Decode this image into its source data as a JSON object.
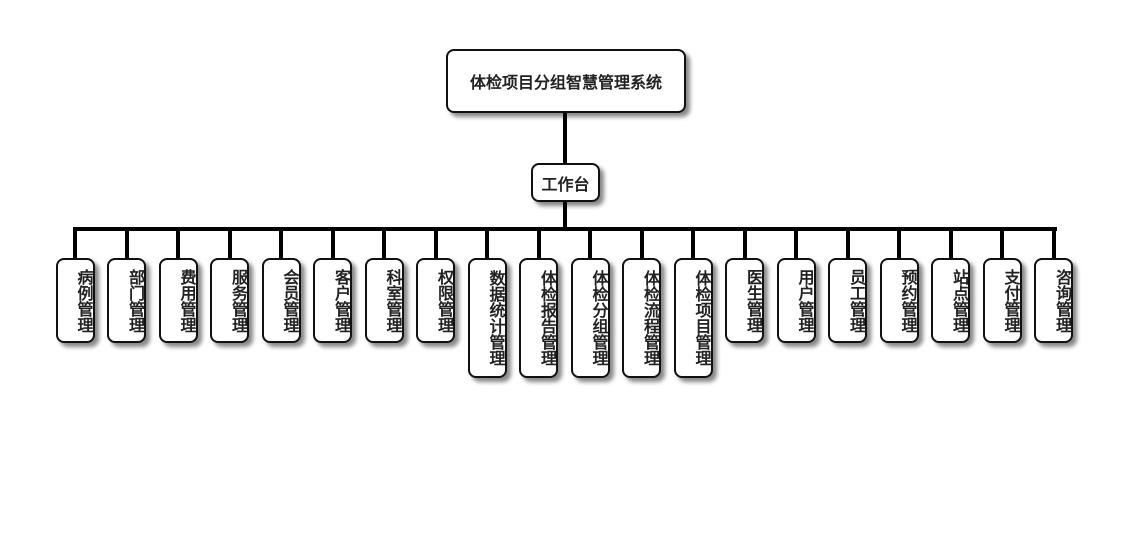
{
  "root": {
    "label": "体检项目分组智慧管理系统"
  },
  "hub": {
    "label": "工作台"
  },
  "children": [
    {
      "label": "病例管理"
    },
    {
      "label": "部门管理"
    },
    {
      "label": "费用管理"
    },
    {
      "label": "服务管理"
    },
    {
      "label": "会员管理"
    },
    {
      "label": "客户管理"
    },
    {
      "label": "科室管理"
    },
    {
      "label": "权限管理"
    },
    {
      "label": "数据统计管理"
    },
    {
      "label": "体检报告管理"
    },
    {
      "label": "体检分组管理"
    },
    {
      "label": "体检流程管理"
    },
    {
      "label": "体检项目管理"
    },
    {
      "label": "医生管理"
    },
    {
      "label": "用户管理"
    },
    {
      "label": "员工管理"
    },
    {
      "label": "预约管理"
    },
    {
      "label": "站点管理"
    },
    {
      "label": "支付管理"
    },
    {
      "label": "咨询管理"
    }
  ]
}
